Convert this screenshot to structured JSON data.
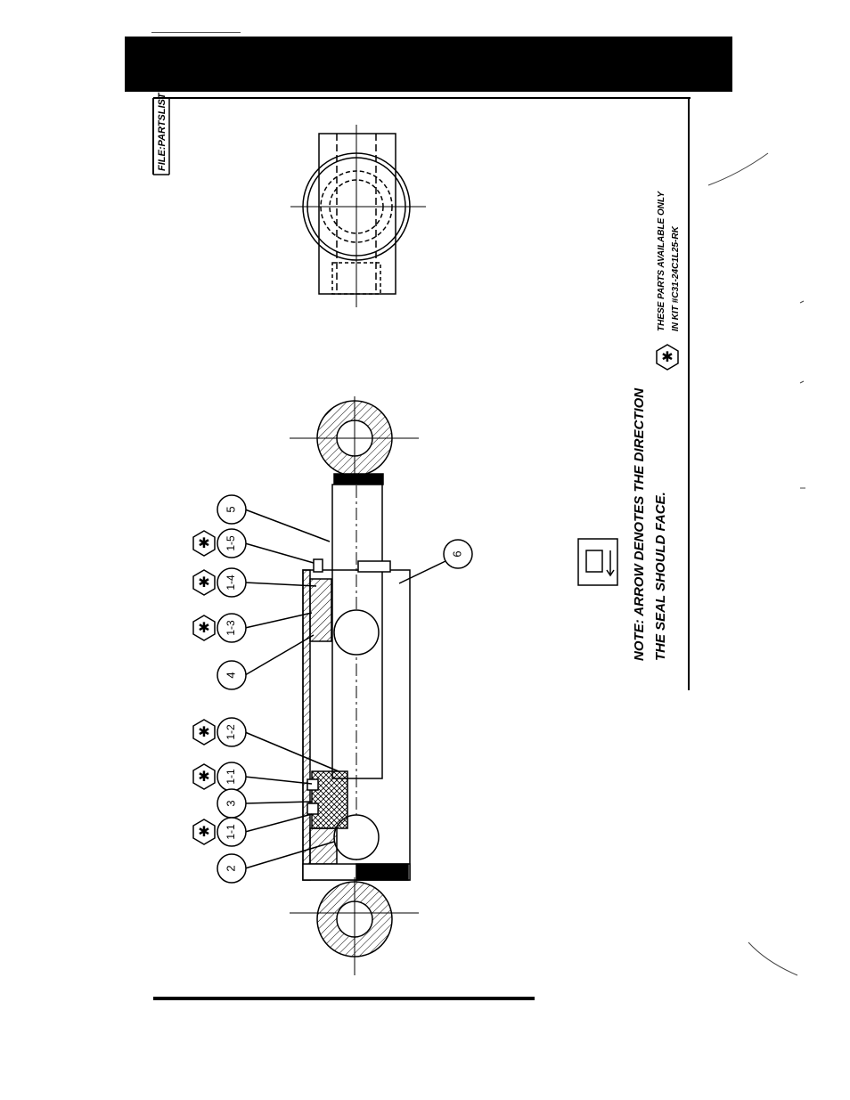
{
  "file_label": "FILE:PARTSLIST",
  "note": {
    "line1": "NOTE: ARROW DENOTES THE DIRECTION",
    "line2": "THE SEAL SHOULD FACE."
  },
  "kit_note": {
    "line1": "THESE PARTS AVAILABLE ONLY",
    "line2": "IN KIT #C31-24C1L25-RK"
  },
  "callouts": [
    {
      "label": "5"
    },
    {
      "label": "1-5"
    },
    {
      "label": "1-4"
    },
    {
      "label": "1-3"
    },
    {
      "label": "4"
    },
    {
      "label": "1-2"
    },
    {
      "label": "1-1"
    },
    {
      "label": "3"
    },
    {
      "label": "1-1"
    },
    {
      "label": "2"
    },
    {
      "label": "6"
    }
  ],
  "kit_marker": "✱"
}
